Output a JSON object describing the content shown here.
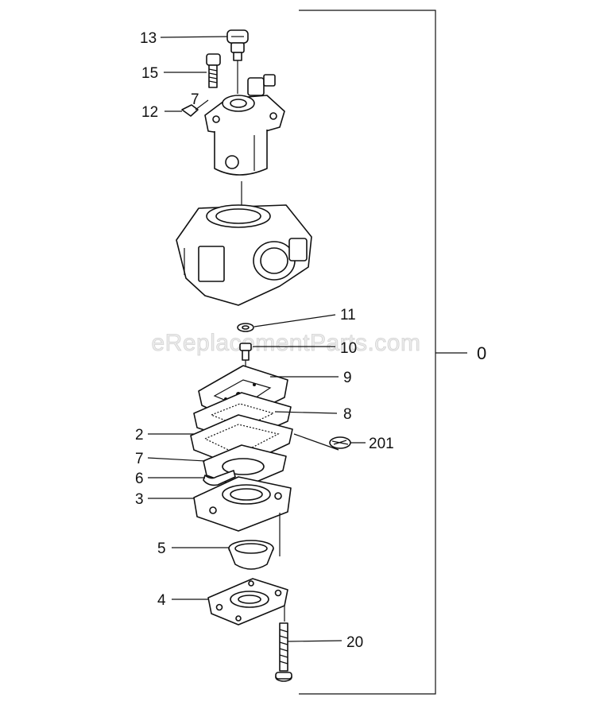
{
  "watermark": "eReplacementParts.com",
  "assembly_label": "0",
  "callouts": {
    "p13": "13",
    "p15": "15",
    "p12": "12",
    "p7a": "7",
    "p11": "11",
    "p10": "10",
    "p9": "9",
    "p8": "8",
    "p2": "2",
    "p201": "201",
    "p7": "7",
    "p6": "6",
    "p3": "3",
    "p5": "5",
    "p4": "4",
    "p20": "20"
  }
}
